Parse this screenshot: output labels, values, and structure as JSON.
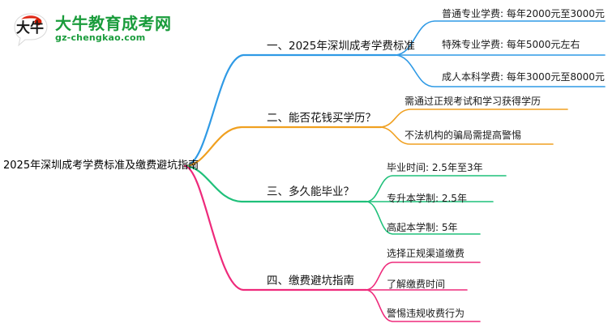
{
  "logo": {
    "mark_text": "大牛",
    "name": "大牛教育成考网",
    "url": "gz-chengkao.com"
  },
  "mindmap": {
    "root": {
      "label": "2025年深圳成考学费标准及缴费避坑指南"
    },
    "branches": [
      {
        "label": "一、2025年深圳成考学费标准",
        "color": "#2f9ae5",
        "children": [
          {
            "label": "普通专业学费: 每年2000元至3000元"
          },
          {
            "label": "特殊专业学费: 每年5000元左右"
          },
          {
            "label": "成人本科学费: 每年3000元至8000元"
          }
        ]
      },
      {
        "label": "二、能否花钱买学历？",
        "color": "#f0a020",
        "children": [
          {
            "label": "需通过正规考试和学习获得学历"
          },
          {
            "label": "不法机构的骗局需提高警惕"
          }
        ]
      },
      {
        "label": "三、多久能毕业？",
        "color": "#1fc07a",
        "children": [
          {
            "label": "毕业时间: 2.5年至3年"
          },
          {
            "label": "专升本学制: 2.5年"
          },
          {
            "label": "高起本学制: 5年"
          }
        ]
      },
      {
        "label": "四、缴费避坑指南",
        "color": "#ee2a7b",
        "children": [
          {
            "label": "选择正规渠道缴费"
          },
          {
            "label": "了解缴费时间"
          },
          {
            "label": "警惕违规收费行为"
          }
        ]
      }
    ]
  }
}
